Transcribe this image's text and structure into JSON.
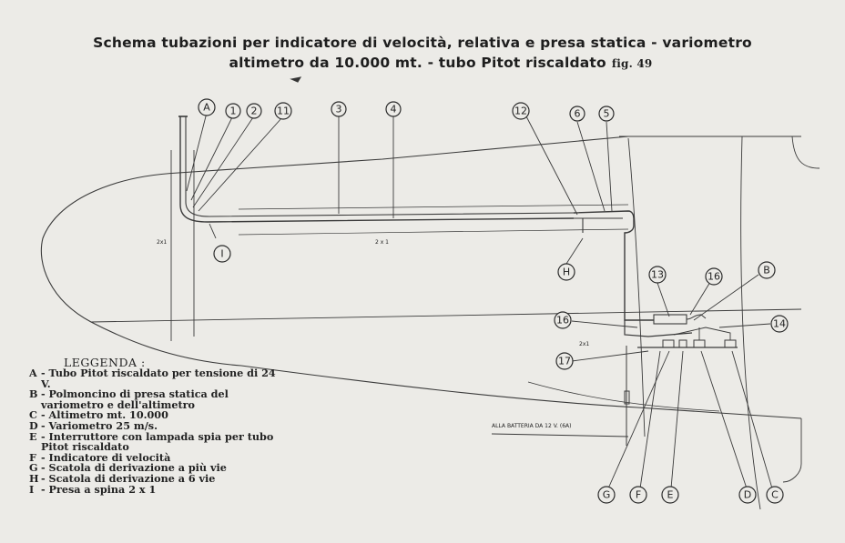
{
  "title_line1": "Schema tubazioni per indicatore di velocità, relativa e presa statica - variometro",
  "title_line2": "altimetro da 10.000 mt. - tubo Pitot riscaldato",
  "fig_ref": "fig. 49",
  "legend_title": "LEGGENDA :",
  "legend": [
    {
      "key": "A",
      "text": "- Tubo Pitot riscaldato per tensione di 24 V."
    },
    {
      "key": "B",
      "text": "- Polmoncino di presa statica del variometro e dell'altimetro"
    },
    {
      "key": "C",
      "text": "- Altimetro mt. 10.000"
    },
    {
      "key": "D",
      "text": "- Variometro 25 m/s."
    },
    {
      "key": "E",
      "text": "- Interruttore con lampada spia per tubo Pitot riscaldato"
    },
    {
      "key": "F",
      "text": "- Indicatore di velocità"
    },
    {
      "key": "G",
      "text": "- Scatola di derivazione a più vie"
    },
    {
      "key": "H",
      "text": "- Scatola di derivazione a 6 vie"
    },
    {
      "key": "I",
      "text": "- Presa a spina 2 x 1"
    }
  ],
  "callouts": {
    "A": "A",
    "n1": "1",
    "n2": "2",
    "n11": "11",
    "n3": "3",
    "n4": "4",
    "n12": "12",
    "n6": "6",
    "n5": "5",
    "I": "I",
    "H": "H",
    "n13": "13",
    "n16a": "16",
    "B": "B",
    "n16b": "16",
    "n14": "14",
    "n17": "17",
    "G": "G",
    "F": "F",
    "E": "E",
    "D": "D",
    "C": "C"
  },
  "wire_labels": {
    "w1": "2x1",
    "w2": "2 x 1",
    "w3": "2x1",
    "battery": "ALLA BATTERIA DA 12 V. (6A)"
  }
}
